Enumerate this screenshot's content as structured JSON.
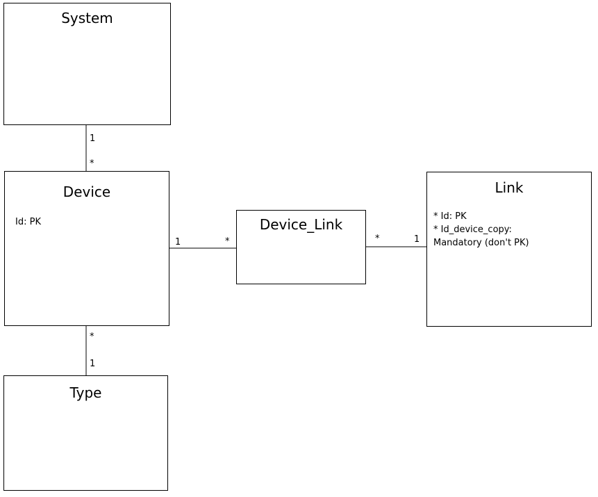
{
  "entities": {
    "system": {
      "title": "System"
    },
    "device": {
      "title": "Device",
      "attributes": [
        "Id: PK"
      ]
    },
    "device_link": {
      "title": "Device_Link"
    },
    "link": {
      "title": "Link",
      "attributes": [
        "* Id: PK",
        "* Id_device_copy:",
        "Mandatory (don't PK)"
      ]
    },
    "type": {
      "title": "Type"
    }
  },
  "relationships": {
    "system_device": {
      "from": "System",
      "to": "Device",
      "from_mult": "1",
      "to_mult": "*"
    },
    "device_device_link": {
      "from": "Device",
      "to": "Device_Link",
      "from_mult": "1",
      "to_mult": "*"
    },
    "device_link_link": {
      "from": "Device_Link",
      "to": "Link",
      "from_mult": "*",
      "to_mult": "1"
    },
    "device_type": {
      "from": "Device",
      "to": "Type",
      "from_mult": "*",
      "to_mult": "1"
    }
  }
}
